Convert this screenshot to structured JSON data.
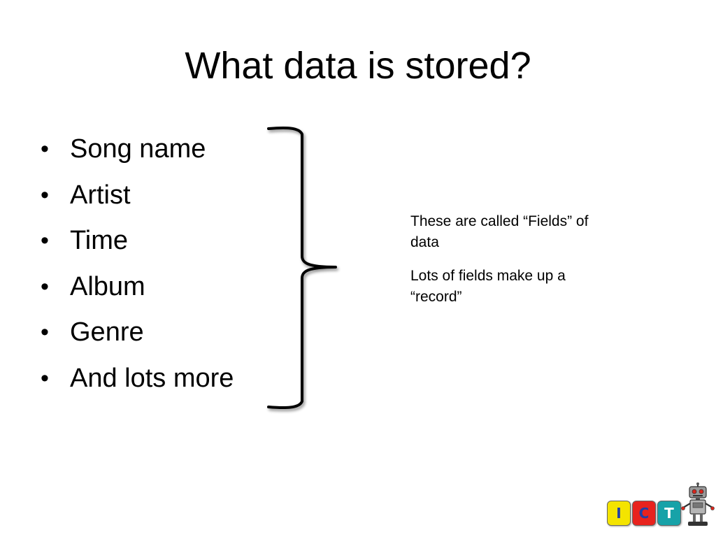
{
  "slide": {
    "title": "What data is stored?",
    "bullets": [
      {
        "text": "Song name"
      },
      {
        "text": "Artist"
      },
      {
        "text": "Time"
      },
      {
        "text": "Album"
      },
      {
        "text": "Genre"
      },
      {
        "text": "And lots more"
      }
    ],
    "notes": {
      "fields": "These are called “Fields” of data",
      "record": "Lots of fields make up a “record”"
    }
  },
  "logo": {
    "letters": [
      "I",
      "C",
      "T"
    ],
    "colors": {
      "i_tile": "#f4e400",
      "c_tile": "#e8231e",
      "t_tile": "#17a2a8",
      "i_text": "#1f3fa8",
      "c_text": "#1f3fa8",
      "t_text": "#ffffff"
    }
  }
}
